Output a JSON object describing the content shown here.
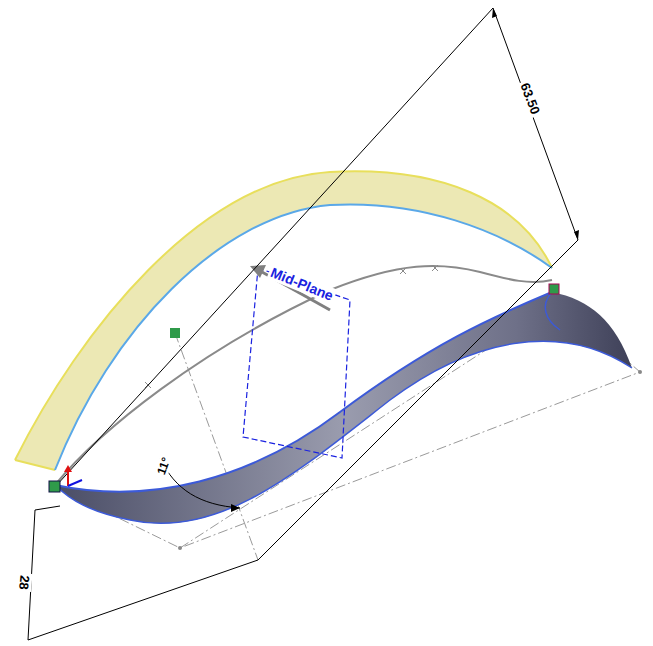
{
  "diagram": {
    "labels": [
      "63.50",
      "Mid-Plane",
      "28",
      "11°"
    ]
  }
}
